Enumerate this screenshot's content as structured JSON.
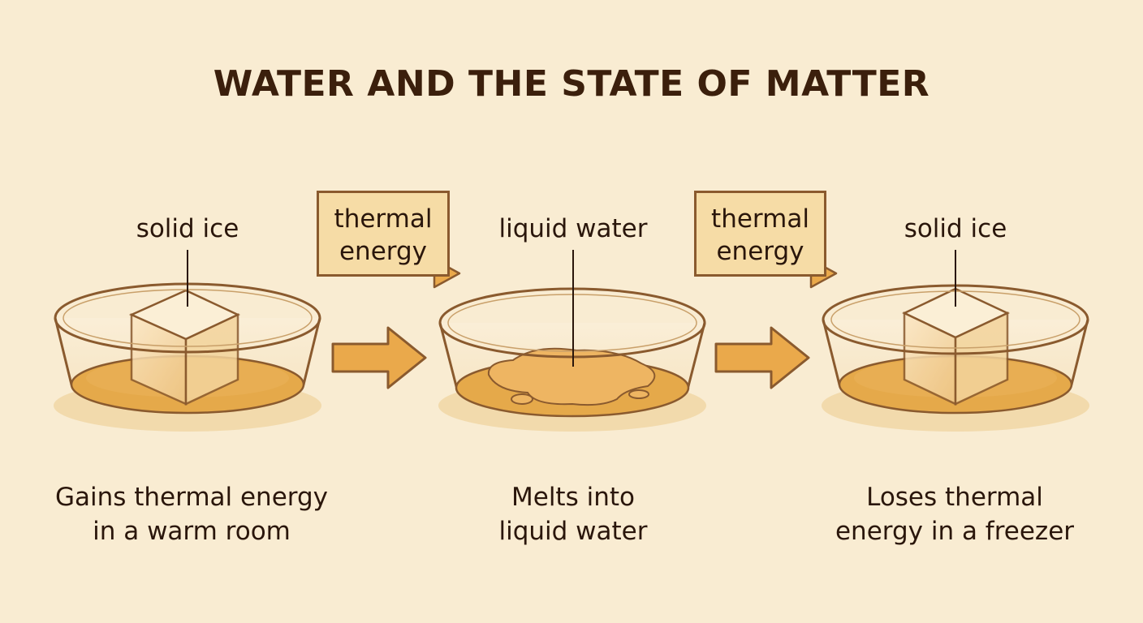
{
  "title": "WATER AND THE STATE OF MATTER",
  "stages": [
    {
      "label": "solid ice",
      "caption_line1": "Gains thermal energy",
      "caption_line2": "in a warm room"
    },
    {
      "label": "liquid water",
      "caption_line1": "Melts into",
      "caption_line2": "liquid water"
    },
    {
      "label": "solid ice",
      "caption_line1": "Loses thermal",
      "caption_line2": "energy in a freezer"
    }
  ],
  "energy_boxes": [
    {
      "line1": "thermal",
      "line2": "energy"
    },
    {
      "line1": "thermal",
      "line2": "energy"
    }
  ],
  "colors": {
    "background": "#f9ecd2",
    "water": "#e5a94a",
    "outline": "#8a5a2e",
    "arrow": "#eaa94b",
    "box_fill": "#f6dca6"
  }
}
